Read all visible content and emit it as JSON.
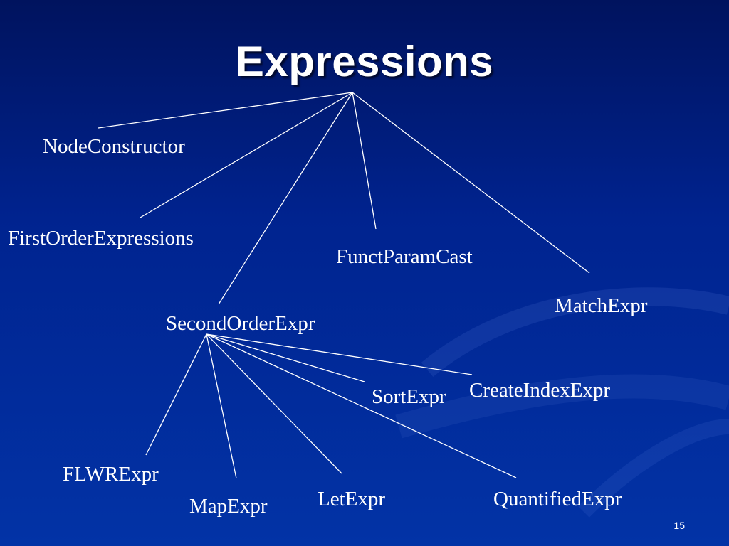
{
  "slide": {
    "title": "Expressions",
    "slide_number": "15"
  },
  "tree": {
    "root": "Expressions",
    "children": [
      "NodeConstructor",
      "FirstOrderExpressions",
      "SecondOrderExpr",
      "FunctParamCast",
      "MatchExpr"
    ],
    "second_order_children": [
      "FLWRExpr",
      "MapExpr",
      "LetExpr",
      "QuantifiedExpr",
      "SortExpr",
      "CreateIndexExpr"
    ]
  },
  "colors": {
    "background_top": "#00135e",
    "background_bottom": "#0233a6",
    "text": "#ffffff",
    "lines": "#ffffff"
  }
}
